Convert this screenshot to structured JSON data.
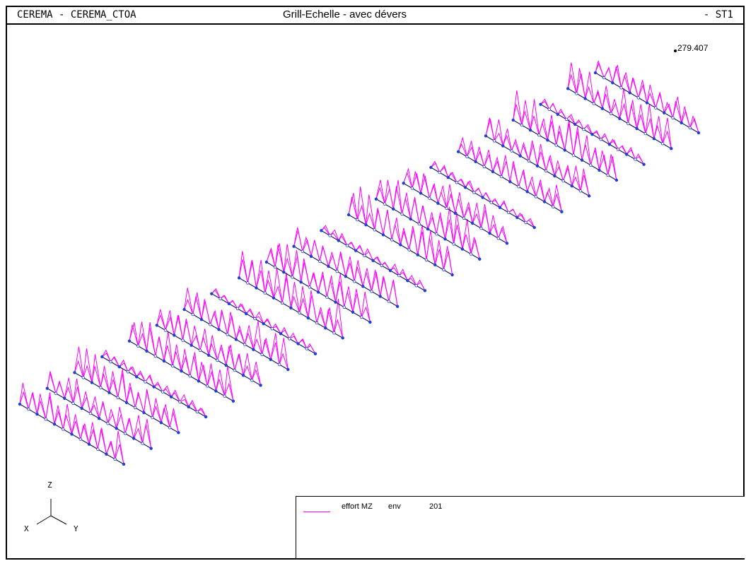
{
  "titlebar": {
    "left": "CEREMA - CEREMA_CTOA",
    "center": "Grill-Echelle - avec dévers",
    "right": "- ST1"
  },
  "annotation": {
    "max_value": "279.407"
  },
  "legend": {
    "quantity": "effort MZ",
    "case_type": "env",
    "case_number": "201",
    "line_color": "#ff00ff"
  },
  "axes": {
    "z": "Z",
    "x": "X",
    "y": "Y"
  },
  "colors": {
    "beam": "#1a1a6e",
    "node": "#1f3fd6",
    "diagram": "#ff00ff",
    "background": "#ffffff"
  },
  "model": {
    "cross_beam_count": 22,
    "nodes_per_beam": 13
  }
}
